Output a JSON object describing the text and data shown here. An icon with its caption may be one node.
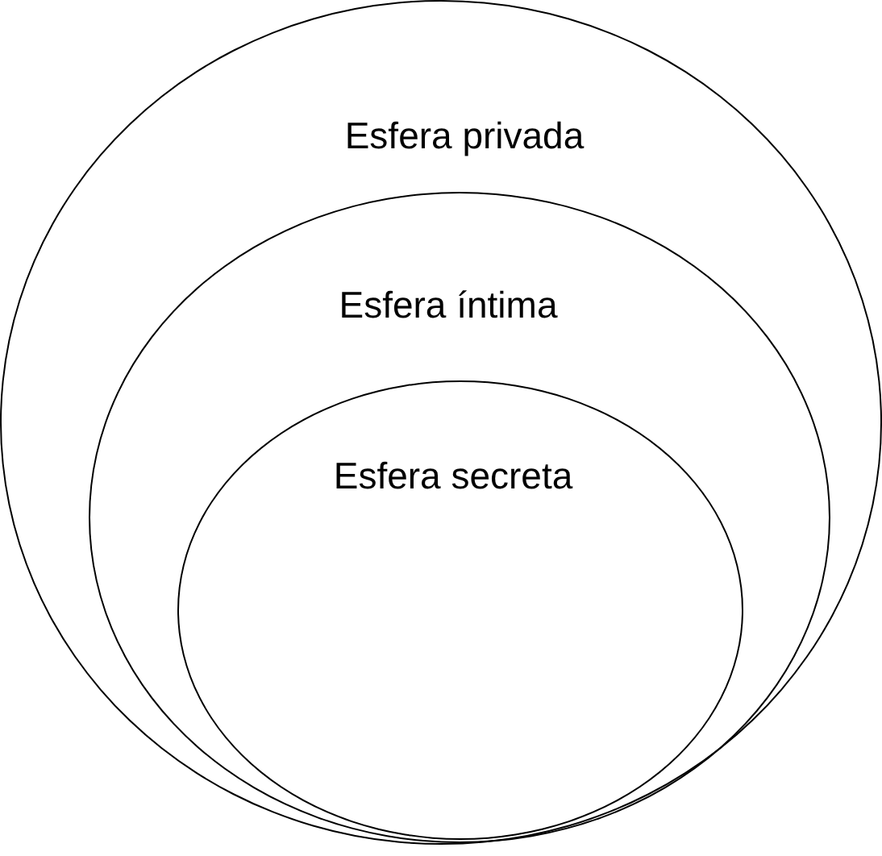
{
  "diagram": {
    "nodes": [
      {
        "text": [
          "Esfera privada"
        ]
      },
      {
        "text": [
          "Esfera íntima"
        ],
        "in": 0
      },
      {
        "text": [
          "Esfera secreta"
        ],
        "in": 1
      }
    ]
  }
}
